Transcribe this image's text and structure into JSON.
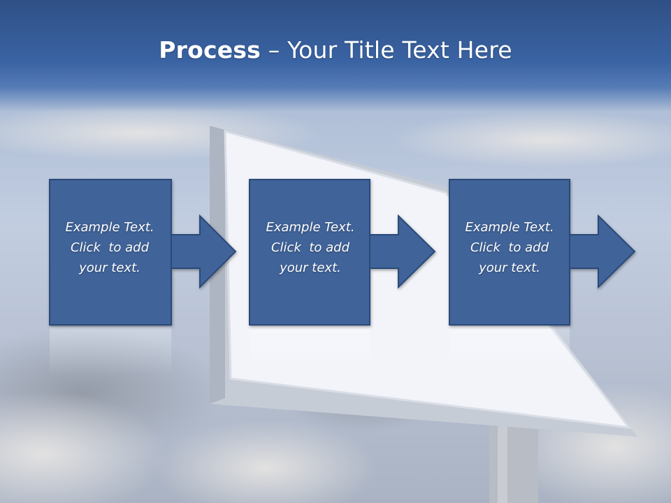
{
  "slide": {
    "title_bold": "Process",
    "title_dash": " – ",
    "title_rest": "Your Title Text Here"
  },
  "steps": [
    {
      "line1": "Example Text.",
      "line2": "Click  to add",
      "line3": "your text."
    },
    {
      "line1": "Example Text.",
      "line2": "Click  to add",
      "line3": "your text."
    },
    {
      "line1": "Example Text.",
      "line2": "Click  to add",
      "line3": "your text."
    }
  ],
  "colors": {
    "title_band": "#34589a",
    "box_fill": "#3f6399",
    "box_border": "#2c4a78",
    "text": "#ffffff"
  },
  "icons": [
    "billboard-image",
    "right-arrow-icon"
  ]
}
